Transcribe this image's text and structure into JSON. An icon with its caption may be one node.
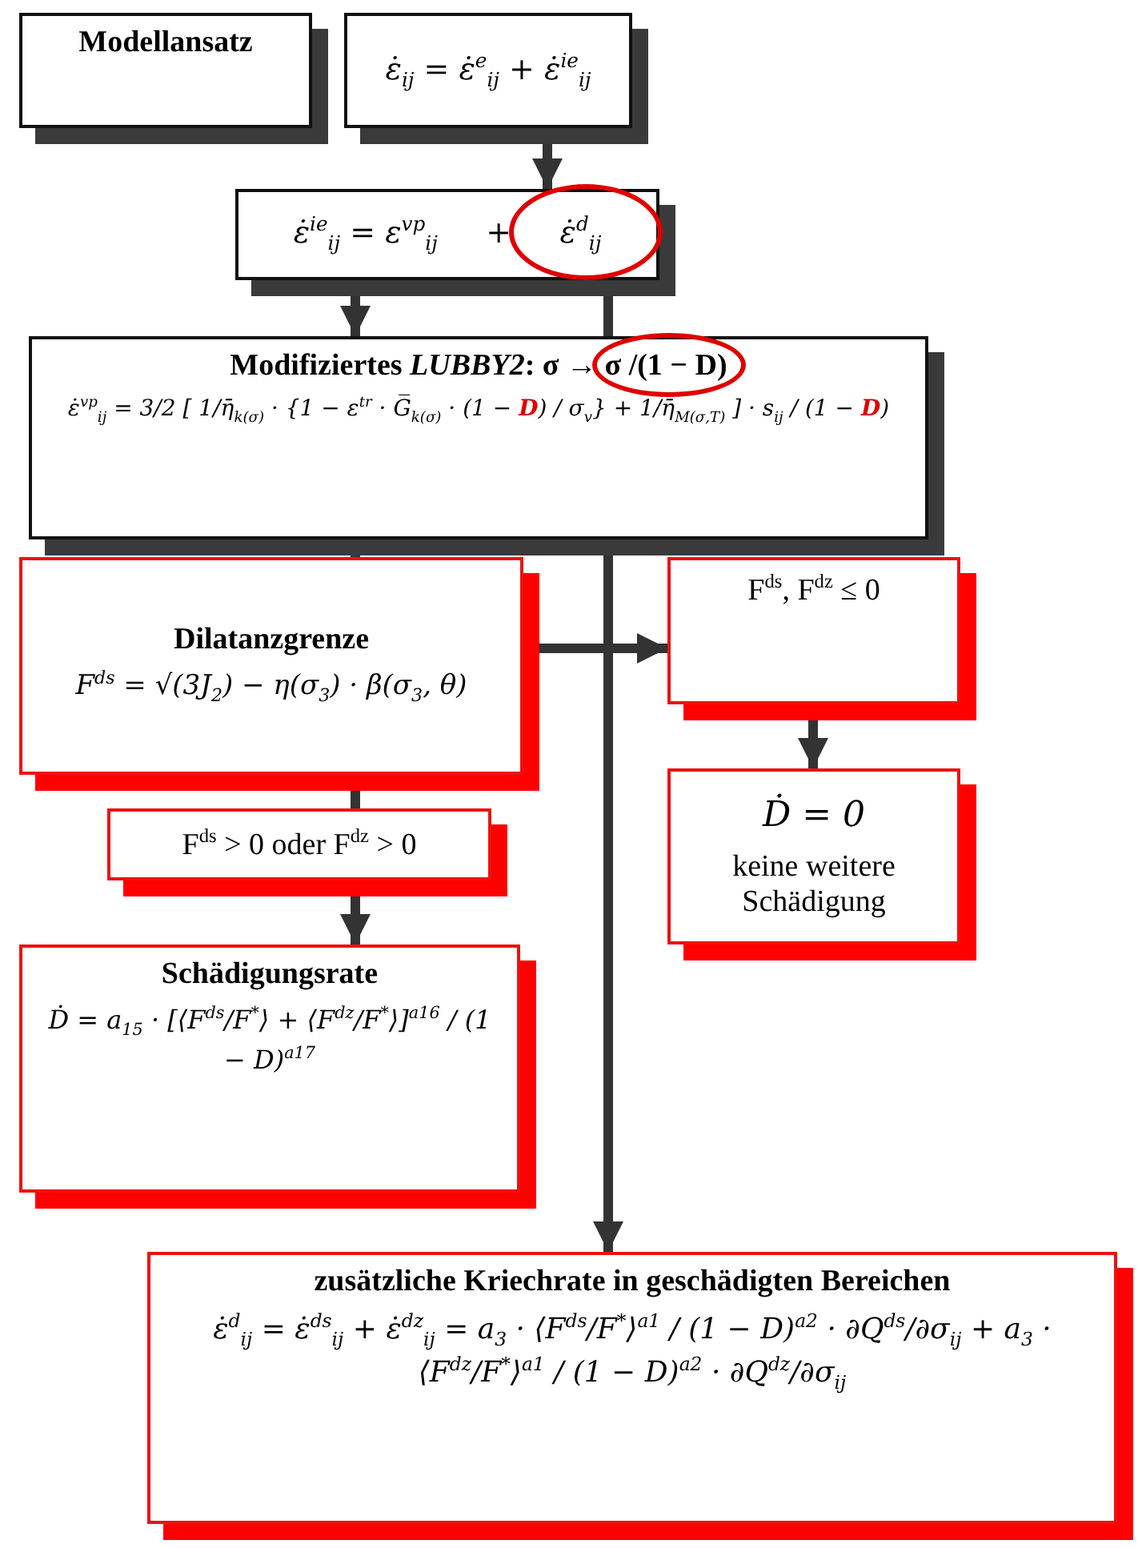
{
  "diagram": {
    "nodes": [
      {
        "text": [
          "Modellansatz"
        ]
      },
      {
        "text": [
          "ε̇$_{ij}$ = ε̇$^{e}$$_{ij}$ + ε̇$^{ie}$$_{ij}$"
        ]
      },
      {
        "text": [
          "ε̇$^{ie}$$_{ij}$ = ε$^{vp}$$_{ij}$     +     ε̇$^{d}$$_{ij}$"
        ]
      },
      {
        "text": [
          "Modifiziertes *LUBBY2*:  σ → σ /(1 − **D**)",
          "ε̇$^{vp}$$_{ij}$ = 3/2 [ 1/η̄$_{k(σ)}$ · {1 − ε$^{tr}$ · G̅$_{k(σ)}$ · (1 − **D**) / σ$_{v}$} + 1/η̄$_{M(σ,T)}$ ] · s$_{ij}$ / (1 − **D**)"
        ]
      },
      {
        "text": [
          "Dilatanzgrenze",
          "F$^{ds}$ = √(3J$_{2}$) − η(σ$_{3}$) · β(σ$_{3}$, θ)"
        ]
      },
      {
        "text": [
          "F$^{ds}$, F$^{dz}$ ≤ 0"
        ]
      },
      {
        "text": [
          "F$^{ds}$ > 0 oder F$^{dz}$ > 0"
        ]
      },
      {
        "text": [
          "Schädigungsrate",
          "Ḋ = a$_{15}$ · [⟨F$^{ds}$/F$^{*}$⟩ + ⟨F$^{dz}$/F$^{*}$⟩]$^{a16}$ / (1 − D)$^{a17}$"
        ]
      },
      {
        "text": [
          "Ḋ = 0",
          "keine weitere Schädigung"
        ]
      },
      {
        "text": [
          "zusätzliche Kriechrate in geschädigten Bereichen",
          "ε̇$^{d}$$_{ij}$ = ε̇$^{ds}$$_{ij}$ + ε̇$^{dz}$$_{ij}$ = a$_{3}$ · ⟨F$^{ds}$/F$^{*}$⟩$^{a1}$ / (1 − D)$^{a2}$ · ∂Q$^{ds}$/∂σ$_{ij}$ + a$_{3}$ · ⟨F$^{dz}$/F$^{*}$⟩$^{a1}$ / (1 − D)$^{a2}$ · ∂Q$^{dz}$/∂σ$_{ij}$"
        ]
      }
    ],
    "edges": [
      {
        "from": 1,
        "to": 2,
        "arrow": "to"
      },
      {
        "from": 2,
        "to": 3,
        "arrow": "to"
      },
      {
        "from": 3,
        "to": 4,
        "arrow": "to"
      },
      {
        "from": 4,
        "to": 5,
        "arrow": "to"
      },
      {
        "from": 5,
        "to": 8,
        "arrow": "to"
      },
      {
        "from": 4,
        "to": 6,
        "arrow": "none"
      },
      {
        "from": 6,
        "to": 7,
        "arrow": "to"
      },
      {
        "from": 2,
        "to": 3,
        "arrow": "none"
      },
      {
        "from": 3,
        "to": 9,
        "arrow": "to"
      }
    ]
  }
}
